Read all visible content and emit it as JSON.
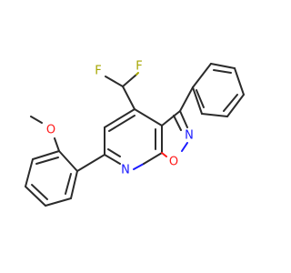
{
  "atoms": {
    "f1": "F",
    "f2": "F",
    "o_methoxy": "O",
    "o_ring": "O",
    "n_ring": "N",
    "n_pyridine": "N"
  },
  "colors": {
    "bond": "#2b2b2b",
    "oxygen": "#ff1a1a",
    "nitrogen": "#1a1aff",
    "fluorine": "#a6a600",
    "background": "#ffffff"
  }
}
